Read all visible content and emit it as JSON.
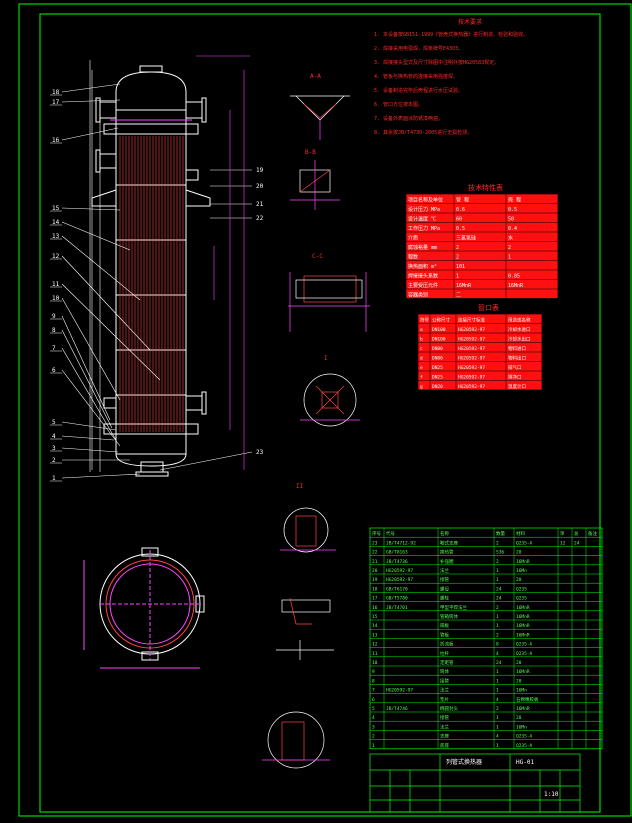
{
  "drawing": {
    "background": "#000000",
    "frame_color": "#00ff00",
    "line_color": "#ffffff",
    "note_color": "#ff2a2a",
    "dim_color": "#ff44ff",
    "tube_color": "#ff4444",
    "part_labels_left": [
      "18",
      "17",
      "16",
      "15",
      "14",
      "13",
      "12",
      "11",
      "10",
      "9",
      "8",
      "7",
      "6",
      "5",
      "4",
      "3",
      "2",
      "1"
    ],
    "part_labels_right": [
      "19",
      "20",
      "21",
      "22",
      "23"
    ],
    "detail_titles": [
      "A-A",
      "B-B",
      "C-C",
      "I",
      "II"
    ],
    "notes_title": "技术要求",
    "notes": [
      "1. 本设备按GB151-1999《管壳式换热器》进行制造、检验和验收。",
      "2. 焊接采用电弧焊，焊条牌号E4303。",
      "3. 焊接接头型式及尺寸除图中注明外按HG20583规定。",
      "4. 管板与换热管的连接采用强度焊。",
      "5. 设备制造完毕后壳程进行水压试验。",
      "6. 管口方位按本图。",
      "7. 设备外表面涂防锈漆两遍。",
      "8. 其余按JB/T4730-2005进行无损检测。"
    ],
    "spec_table": {
      "title": "技术特性表",
      "headers": [
        "项目名称及单位",
        "管 程",
        "壳 程"
      ],
      "rows": [
        [
          "设计压力 MPa",
          "0.6",
          "0.5"
        ],
        [
          "设计温度 ℃",
          "60",
          "50"
        ],
        [
          "工作压力 MPa",
          "0.5",
          "0.4"
        ],
        [
          "介质",
          "三氯氢硅",
          "水"
        ],
        [
          "腐蚀裕量 mm",
          "2",
          "2"
        ],
        [
          "程数",
          "2",
          "1"
        ],
        [
          "换热面积 m²",
          "101",
          ""
        ],
        [
          "焊接接头系数",
          "1",
          "0.85"
        ],
        [
          "主要受压元件",
          "16MnR",
          "16MnR"
        ],
        [
          "容器类别",
          "二",
          ""
        ]
      ]
    },
    "nozzle_table": {
      "title": "管口表",
      "headers": [
        "符号",
        "公称尺寸",
        "连接尺寸标准",
        "用途或名称"
      ],
      "rows": [
        [
          "a",
          "DN100",
          "HG20592-97",
          "冷却水进口"
        ],
        [
          "b",
          "DN100",
          "HG20592-97",
          "冷却水出口"
        ],
        [
          "c",
          "DN80",
          "HG20592-97",
          "物料进口"
        ],
        [
          "d",
          "DN80",
          "HG20592-97",
          "物料出口"
        ],
        [
          "e",
          "DN25",
          "HG20592-97",
          "排气口"
        ],
        [
          "f",
          "DN25",
          "HG20592-97",
          "排净口"
        ],
        [
          "g",
          "DN20",
          "HG20592-97",
          "温度计口"
        ]
      ]
    },
    "parts_list": {
      "headers": [
        "序号",
        "代号",
        "名称",
        "数量",
        "材料",
        "单",
        "总",
        "备注"
      ],
      "rows": [
        [
          "23",
          "JB/T4712-92",
          "鞍式支座",
          "2",
          "Q235-A",
          "12",
          "24",
          ""
        ],
        [
          "22",
          "GB/T8163",
          "换热管",
          "536",
          "20",
          "",
          "",
          ""
        ],
        [
          "21",
          "JB/T4736",
          "补强圈",
          "2",
          "16MnR",
          "",
          "",
          ""
        ],
        [
          "20",
          "HG20592-97",
          "法兰",
          "1",
          "16Mn",
          "",
          "",
          ""
        ],
        [
          "19",
          "HG20592-97",
          "接管",
          "1",
          "20",
          "",
          "",
          ""
        ],
        [
          "18",
          "GB/T6170",
          "螺母",
          "24",
          "Q235",
          "",
          "",
          ""
        ],
        [
          "17",
          "GB/T5780",
          "螺栓",
          "24",
          "Q235",
          "",
          "",
          ""
        ],
        [
          "16",
          "JB/T4701",
          "甲型平焊法兰",
          "2",
          "16MnR",
          "",
          "",
          ""
        ],
        [
          "15",
          "",
          "管箱筒体",
          "1",
          "16MnR",
          "",
          "",
          ""
        ],
        [
          "14",
          "",
          "隔板",
          "1",
          "16MnR",
          "",
          "",
          ""
        ],
        [
          "13",
          "",
          "管板",
          "2",
          "16MnR",
          "",
          "",
          ""
        ],
        [
          "12",
          "",
          "折流板",
          "8",
          "Q235-A",
          "",
          "",
          ""
        ],
        [
          "11",
          "",
          "拉杆",
          "4",
          "Q235-A",
          "",
          "",
          ""
        ],
        [
          "10",
          "",
          "定距管",
          "24",
          "20",
          "",
          "",
          ""
        ],
        [
          "9",
          "",
          "筒体",
          "1",
          "16MnR",
          "",
          "",
          ""
        ],
        [
          "8",
          "",
          "接管",
          "1",
          "20",
          "",
          "",
          ""
        ],
        [
          "7",
          "HG20592-97",
          "法兰",
          "1",
          "16Mn",
          "",
          "",
          ""
        ],
        [
          "6",
          "",
          "垫片",
          "4",
          "石棉橡胶板",
          "",
          "",
          ""
        ],
        [
          "5",
          "JB/T4746",
          "椭圆封头",
          "2",
          "16MnR",
          "",
          "",
          ""
        ],
        [
          "4",
          "",
          "接管",
          "1",
          "20",
          "",
          "",
          ""
        ],
        [
          "3",
          "",
          "法兰",
          "1",
          "16Mn",
          "",
          "",
          ""
        ],
        [
          "2",
          "",
          "支座",
          "4",
          "Q235-A",
          "",
          "",
          ""
        ],
        [
          "1",
          "",
          "底座",
          "1",
          "Q235-A",
          "",
          "",
          ""
        ]
      ]
    },
    "title_block": {
      "name": "列管式换热器",
      "drawing_no": "HG-01",
      "scale": "1:10"
    }
  }
}
